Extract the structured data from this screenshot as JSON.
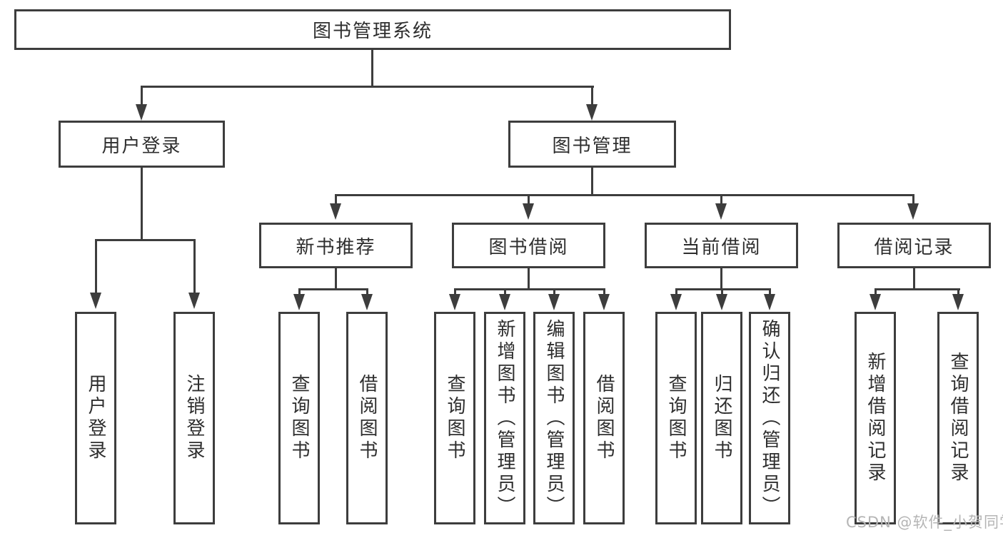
{
  "tree": {
    "root": {
      "label": "图书管理系统"
    },
    "children": [
      {
        "label": "用户登录",
        "children": [
          {
            "label": "用户登录"
          },
          {
            "label": "注销登录"
          }
        ]
      },
      {
        "label": "图书管理",
        "children": [
          {
            "label": "新书推荐",
            "children": [
              {
                "label": "查询图书"
              },
              {
                "label": "借阅图书"
              }
            ]
          },
          {
            "label": "图书借阅",
            "children": [
              {
                "label": "查询图书"
              },
              {
                "label": "新增图书（管理员）"
              },
              {
                "label": "编辑图书（管理员）"
              },
              {
                "label": "借阅图书"
              }
            ]
          },
          {
            "label": "当前借阅",
            "children": [
              {
                "label": "查询图书"
              },
              {
                "label": "归还图书"
              },
              {
                "label": "确认归还（管理员）"
              }
            ]
          },
          {
            "label": "借阅记录",
            "children": [
              {
                "label": "新增借阅记录"
              },
              {
                "label": "查询借阅记录"
              }
            ]
          }
        ]
      }
    ]
  },
  "watermark": {
    "text": "CSDN @软件_小贺同学"
  },
  "colors": {
    "line": "#3d3d3d",
    "text": "#2e2e2e",
    "box_bg": "#ffffff",
    "background": "#ffffff",
    "watermark": "#b5b5b5"
  }
}
